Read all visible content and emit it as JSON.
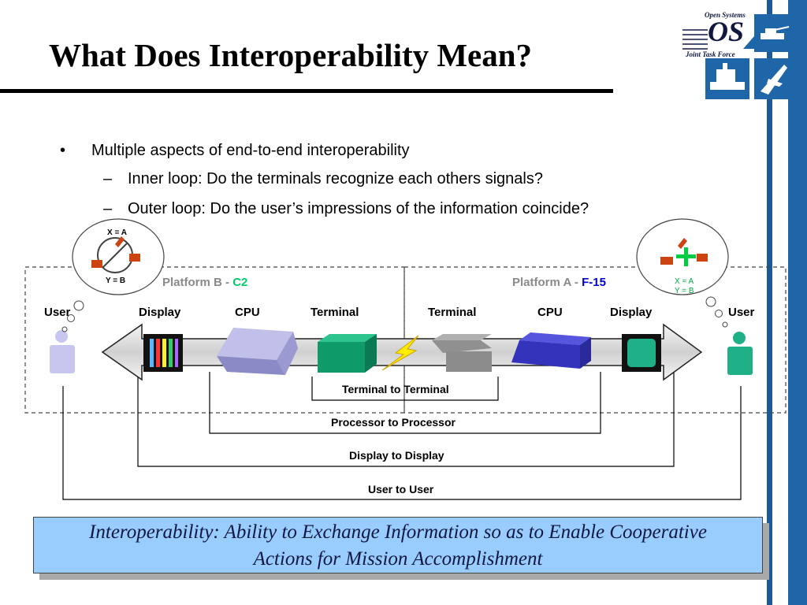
{
  "title": "What Does Interoperability Mean?",
  "logo": {
    "top_text": "Open Systems",
    "mark": "OS",
    "bottom_text": "Joint Task Force",
    "images": [
      "ship-icon",
      "tank-icon",
      "carrier-icon",
      "jet-icon"
    ]
  },
  "bullets": {
    "main": "Multiple aspects of end-to-end interoperability",
    "sub": [
      "Inner loop: Do the terminals recognize each others signals?",
      "Outer loop: Do the user’s impressions of the information coincide?"
    ],
    "bullet_glyph": "•",
    "dash_glyph": "–"
  },
  "platforms": {
    "b": {
      "label": "Platform B - ",
      "name": "C2",
      "name_color": "#00cc66"
    },
    "a": {
      "label": "Platform A - ",
      "name": "F-15",
      "name_color": "#0000cc"
    }
  },
  "components": {
    "left": [
      "User",
      "Display",
      "CPU",
      "Terminal"
    ],
    "right": [
      "Terminal",
      "CPU",
      "Display",
      "User"
    ]
  },
  "thoughts": {
    "left": [
      "X = A",
      "Y = B"
    ],
    "right": [
      "X = A",
      "Y = B"
    ]
  },
  "loops": [
    "Terminal to Terminal",
    "Processor to Processor",
    "Display to Display",
    "User to User"
  ],
  "definition": {
    "line1": "Interoperability:  Ability to Exchange Information so as to Enable Cooperative",
    "line2": "Actions for Mission Accomplishment"
  },
  "colors": {
    "accent_blue": "#1f66a8",
    "definition_bg": "#99ccff",
    "terminal_b": "#0f9a6a",
    "terminal_a": "#8c8c8c",
    "cpu_b": "#a6a6d9",
    "cpu_a": "#3333bb",
    "user_b": "#c6c6ee",
    "user_a": "#1fb088"
  }
}
